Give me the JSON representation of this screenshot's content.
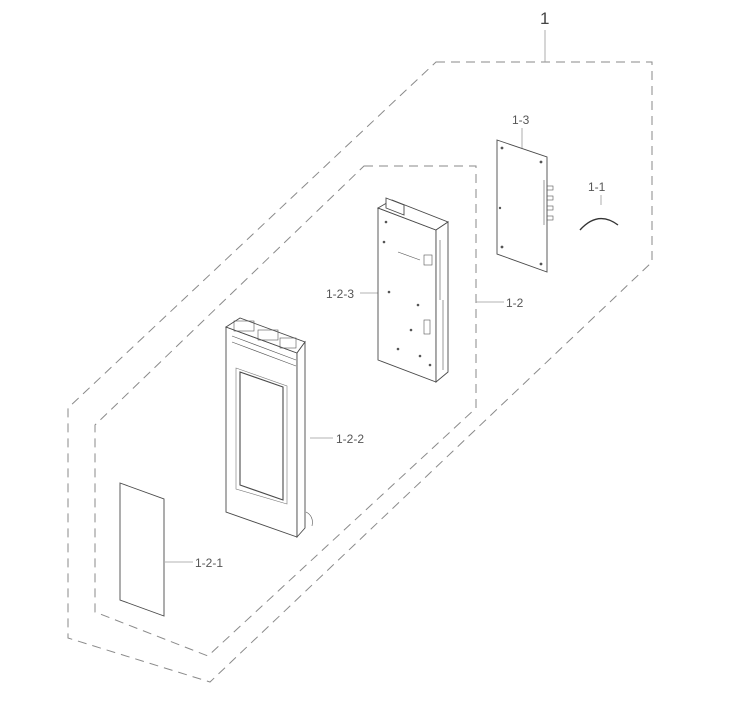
{
  "callouts": {
    "assembly": "1",
    "item_1_1": "1-1",
    "item_1_2": "1-2",
    "item_1_3": "1-3",
    "item_1_2_1": "1-2-1",
    "item_1_2_2": "1-2-2",
    "item_1_2_3": "1-2-3"
  }
}
